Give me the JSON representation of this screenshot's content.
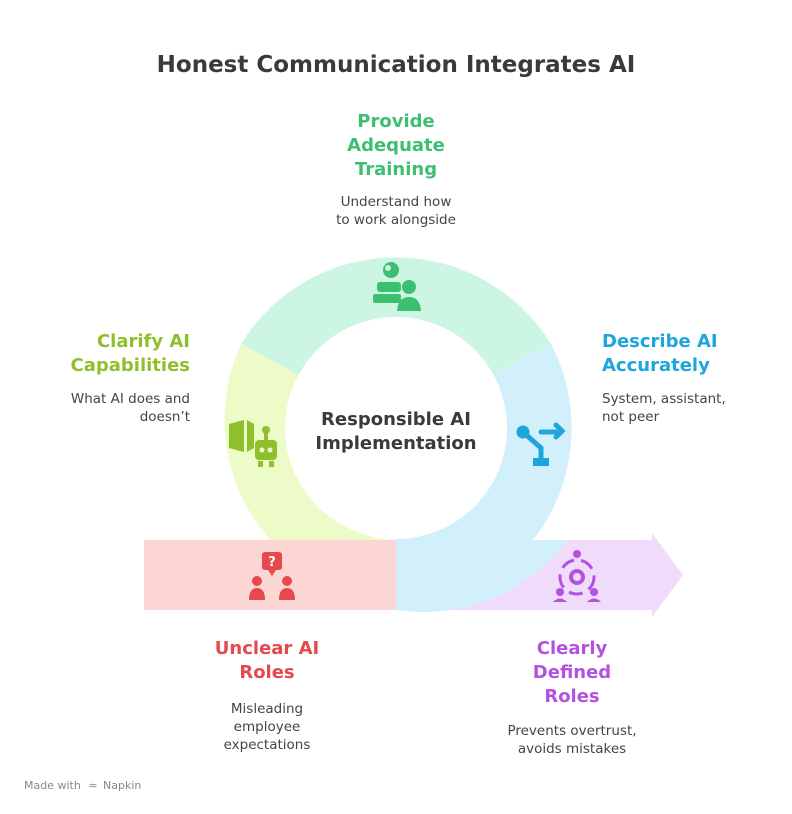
{
  "title": "Honest Communication Integrates AI",
  "center": {
    "line1": "Responsible AI",
    "line2": "Implementation"
  },
  "segments": {
    "training": {
      "heading_lines": [
        "Provide",
        "Adequate",
        "Training"
      ],
      "desc_lines": [
        "Understand how",
        "to work alongside"
      ],
      "color": "#3dbf72",
      "fill": "#cdf5e3",
      "icon": "people-training-icon"
    },
    "accurately": {
      "heading_lines": [
        "Describe AI",
        "Accurately"
      ],
      "desc_lines": [
        "System, assistant,",
        "not peer"
      ],
      "color": "#1ea5dc",
      "fill": "#d2f0fb",
      "icon": "robotic-arm-icon"
    },
    "capabilities": {
      "heading_lines": [
        "Clarify AI",
        "Capabilities"
      ],
      "desc_lines": [
        "What AI does and",
        "doesn’t"
      ],
      "color": "#8fbf2a",
      "fill": "#ecfbc8",
      "icon": "robot-book-icon"
    },
    "unclear": {
      "heading_lines": [
        "Unclear AI",
        "Roles"
      ],
      "desc_lines": [
        "Misleading",
        "employee",
        "expectations"
      ],
      "color": "#e5484d",
      "fill": "#fbd6d4",
      "icon": "question-people-icon"
    },
    "defined": {
      "heading_lines": [
        "Clearly",
        "Defined",
        "Roles"
      ],
      "desc_lines": [
        "Prevents overtrust,",
        "avoids mistakes"
      ],
      "color": "#b352e0",
      "fill": "#f0dbfb",
      "icon": "gear-team-icon"
    }
  },
  "footer": {
    "made_with": "Made with",
    "brand": "Napkin"
  }
}
